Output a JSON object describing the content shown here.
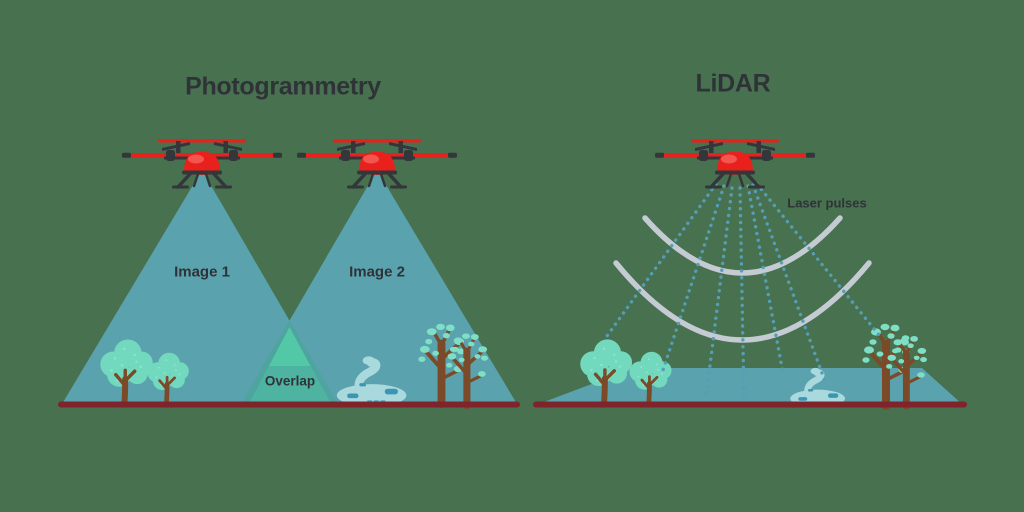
{
  "left_panel": {
    "title": "Photogrammetry",
    "image1_label": "Image 1",
    "image2_label": "Image 2",
    "overlap_label": "Overlap"
  },
  "right_panel": {
    "title": "LiDAR",
    "laser_label": "Laser pulses"
  },
  "icons": {
    "drone-icon": "red quadcopter drone, front view",
    "tree-icon": "round mint-green canopy tree",
    "bare-tree-icon": "bare brown tree with sparse mint leaves",
    "stream-icon": "light-blue meandering stream with pond and pebbles",
    "view-cone": "teal camera field-of-view triangle",
    "laser-beam": "dotted teal laser ray",
    "laser-pulse-arc": "silver returning pulse arc"
  },
  "colors": {
    "bg": "#47714F",
    "teal": "#5AA2AD",
    "teal_dark": "#4EA49F",
    "mint": "#53C8A7",
    "mint_deep": "#4FB3A2",
    "canopy": "#72D8BE",
    "canopy_dot": "#8FE4D0",
    "leaf": "#7FDFC6",
    "trunk": "#7B4A28",
    "maroon": "#7E242A",
    "red": "#E8211D",
    "red_light": "#F4564F",
    "dark": "#33373B",
    "arc": "#C5CBD3",
    "dot": "#579EB4",
    "stream": "#A9D9DD",
    "pebble": "#3B95B5",
    "wave": "#4FA6C0",
    "text": "#2F3338"
  }
}
